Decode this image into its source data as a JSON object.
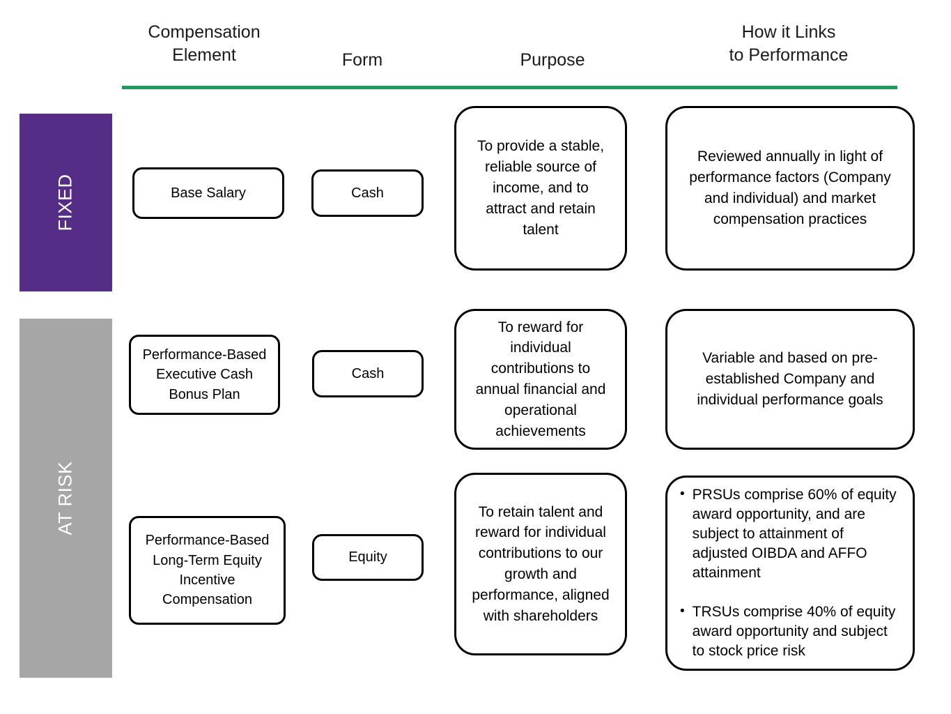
{
  "headers": {
    "element": "Compensation\nElement",
    "form": "Form",
    "purpose": "Purpose",
    "performance": "How it Links\nto Performance"
  },
  "divider_color": "#209a5c",
  "categories": [
    {
      "label": "FIXED",
      "color": "#552d86",
      "text_color": "#ffffff"
    },
    {
      "label": "AT RISK",
      "color": "#a6a6a6",
      "text_color": "#ffffff"
    }
  ],
  "rows": [
    {
      "category": "FIXED",
      "element": "Base Salary",
      "form": "Cash",
      "purpose": "To provide a stable, reliable source of income, and to attract and retain talent",
      "performance": "Reviewed annually in light of performance factors (Company and individual)  and market compensation practices"
    },
    {
      "category": "AT RISK",
      "element": "Performance-Based Executive Cash Bonus Plan",
      "form": "Cash",
      "purpose": "To reward for individual contributions to annual financial and operational achievements",
      "performance": "Variable and based on pre-established Company and individual performance goals"
    },
    {
      "category": "AT RISK",
      "element": "Performance-Based Long-Term Equity Incentive Compensation",
      "form": "Equity",
      "purpose": "To retain talent and reward for individual contributions to our growth and performance, aligned with shareholders",
      "performance_bullets": [
        "PRSUs comprise 60% of equity award opportunity,  and are subject to attainment of adjusted OIBDA and AFFO attainment",
        "TRSUs comprise 40% of equity award opportunity and subject to stock price risk"
      ],
      "bullet_glyph": "•"
    }
  ]
}
